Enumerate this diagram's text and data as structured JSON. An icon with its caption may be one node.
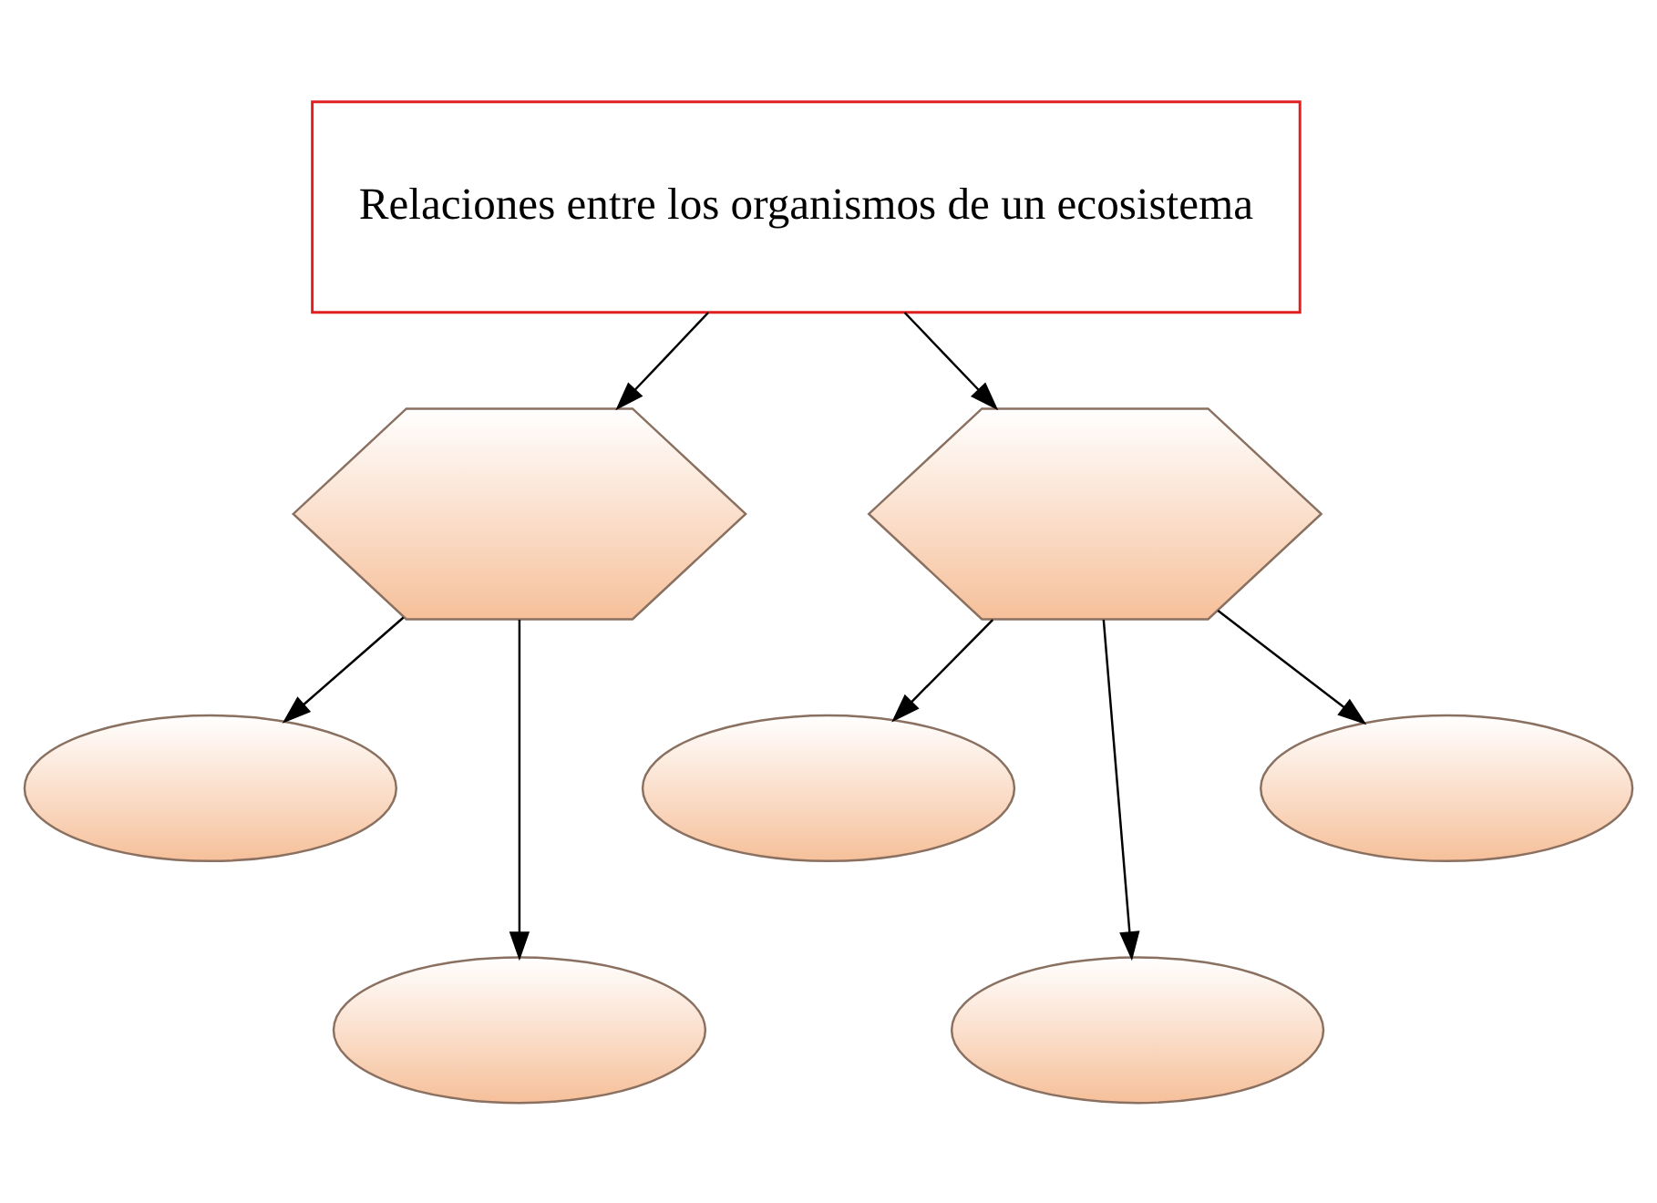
{
  "diagram": {
    "nodes": [
      {
        "text": [
          "Relaciones entre los organismos de un ecosistema"
        ]
      },
      {
        "text": [],
        "shape": "hexagon"
      },
      {
        "text": [],
        "shape": "hexagon"
      },
      {
        "text": [],
        "shape": "ellipse"
      },
      {
        "text": [],
        "shape": "ellipse"
      },
      {
        "text": [],
        "shape": "ellipse"
      },
      {
        "text": [],
        "shape": "ellipse"
      },
      {
        "text": [],
        "shape": "ellipse"
      }
    ],
    "edges": [
      {
        "from": 0,
        "to": 1,
        "arrow": "to"
      },
      {
        "from": 0,
        "to": 2,
        "arrow": "to"
      },
      {
        "from": 1,
        "to": 3,
        "arrow": "to"
      },
      {
        "from": 1,
        "to": 4,
        "arrow": "to"
      },
      {
        "from": 2,
        "to": 5,
        "arrow": "to"
      },
      {
        "from": 2,
        "to": 6,
        "arrow": "to"
      },
      {
        "from": 2,
        "to": 7,
        "arrow": "to"
      }
    ]
  }
}
